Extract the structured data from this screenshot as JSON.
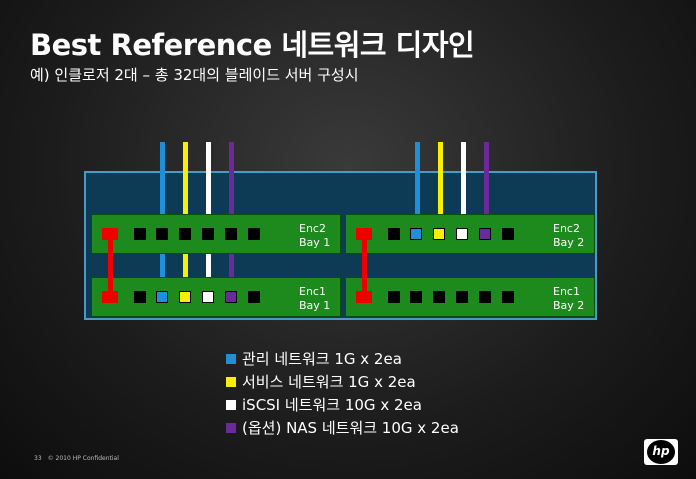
{
  "slide": {
    "title": "Best Reference 네트워크 디자인",
    "subtitle": "예) 인클로저 2대 – 총 32대의 블레이드 서버 구성시"
  },
  "diagram": {
    "bays": [
      {
        "label1": "Enc2",
        "label2": "Bay 1"
      },
      {
        "label1": "Enc2",
        "label2": "Bay 2"
      },
      {
        "label1": "Enc1",
        "label2": "Bay 1"
      },
      {
        "label1": "Enc1",
        "label2": "Bay 2"
      }
    ]
  },
  "colors": {
    "mgmt": "#1e8fd8",
    "service": "#f8f000",
    "iscsi": "#ffffff",
    "nas": "#6a2a9a",
    "stacking": "#ee0000",
    "bay": "#1c8a1c"
  },
  "legend": [
    {
      "label": "관리 네트워크 1G x 2ea",
      "color": "#1e8fd8"
    },
    {
      "label": "서비스 네트워크 1G x 2ea",
      "color": "#f8f000"
    },
    {
      "label": "iSCSI 네트워크 10G x 2ea",
      "color": "#ffffff"
    },
    {
      "label": "(옵션) NAS 네트워크 10G x 2ea",
      "color": "#6a2a9a"
    }
  ],
  "footer": {
    "page": "33",
    "copyright": "© 2010  HP Confidential"
  },
  "logo": {
    "text": "hp"
  }
}
